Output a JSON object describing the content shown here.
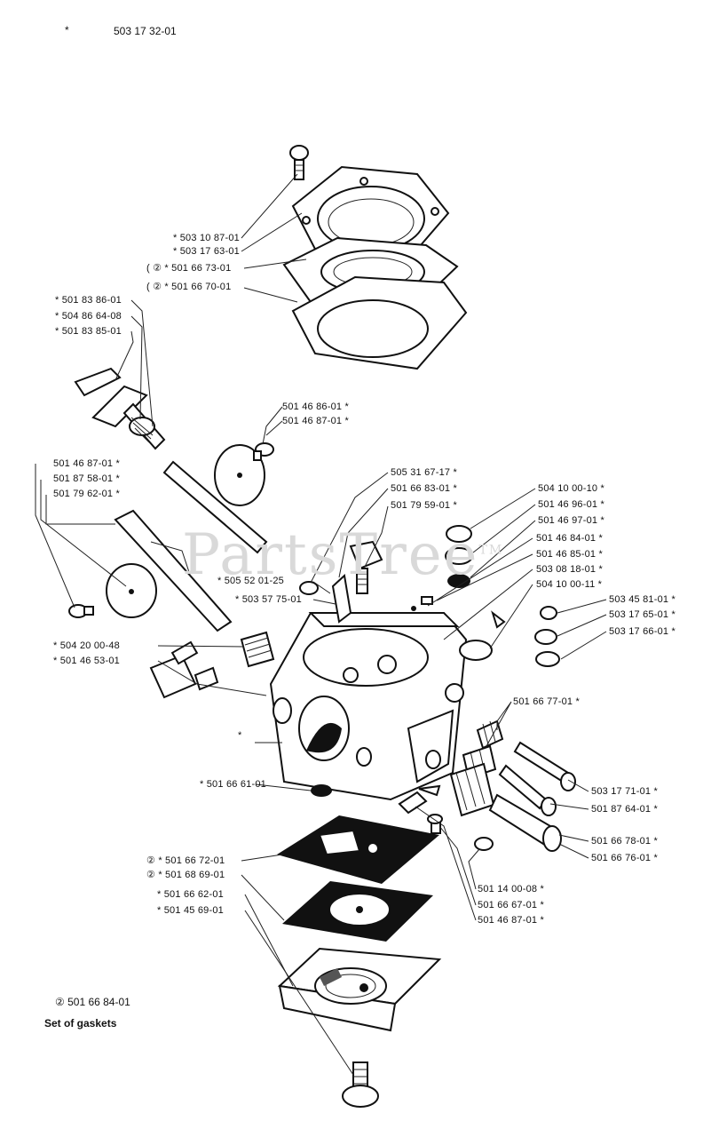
{
  "header": {
    "star": "*",
    "part": "503 17 32-01"
  },
  "watermark": {
    "text": "PartsTree",
    "mark": "TM"
  },
  "labels": [
    {
      "id": "l01",
      "text": "* 503 10 87-01"
    },
    {
      "id": "l02",
      "text": "* 503 17 63-01"
    },
    {
      "id": "l03",
      "text": "( ② * 501 66 73-01"
    },
    {
      "id": "l04",
      "text": "( ② * 501 66 70-01"
    },
    {
      "id": "l05",
      "text": "* 501 83 86-01"
    },
    {
      "id": "l06",
      "text": "* 504 86 64-08"
    },
    {
      "id": "l07",
      "text": "* 501 83 85-01"
    },
    {
      "id": "l08",
      "text": "501 46 86-01 *"
    },
    {
      "id": "l09",
      "text": "501 46 87-01 *"
    },
    {
      "id": "l10",
      "text": "501 46 87-01 *"
    },
    {
      "id": "l11",
      "text": "501 87 58-01 *"
    },
    {
      "id": "l12",
      "text": "501 79 62-01 *"
    },
    {
      "id": "l13",
      "text": "505 31 67-17 *"
    },
    {
      "id": "l14",
      "text": "501 66 83-01 *"
    },
    {
      "id": "l15",
      "text": "501 79 59-01 *"
    },
    {
      "id": "l16",
      "text": "504 10 00-10 *"
    },
    {
      "id": "l17",
      "text": "501 46 96-01 *"
    },
    {
      "id": "l18",
      "text": "501 46 97-01 *"
    },
    {
      "id": "l19",
      "text": "501 46 84-01 *"
    },
    {
      "id": "l20",
      "text": "501 46 85-01 *"
    },
    {
      "id": "l21",
      "text": "503 08 18-01 *"
    },
    {
      "id": "l22",
      "text": "504 10 00-11 *"
    },
    {
      "id": "l23",
      "text": "* 505 52 01-25"
    },
    {
      "id": "l24",
      "text": "* 503 57 75-01"
    },
    {
      "id": "l25",
      "text": "503 45 81-01 *"
    },
    {
      "id": "l26",
      "text": "503 17 65-01 *"
    },
    {
      "id": "l27",
      "text": "503 17 66-01 *"
    },
    {
      "id": "l28",
      "text": "* 504 20 00-48"
    },
    {
      "id": "l29",
      "text": "* 501 46 53-01"
    },
    {
      "id": "l30",
      "text": "501 66 77-01 *"
    },
    {
      "id": "l31",
      "text": "*"
    },
    {
      "id": "l32",
      "text": "503 17 71-01 *"
    },
    {
      "id": "l33",
      "text": "* 501 66 61-01"
    },
    {
      "id": "l34",
      "text": "501 87 64-01 *"
    },
    {
      "id": "l35",
      "text": "501 66 78-01 *"
    },
    {
      "id": "l36",
      "text": "501 66 76-01 *"
    },
    {
      "id": "l37",
      "text": "② * 501 66 72-01"
    },
    {
      "id": "l38",
      "text": "② * 501 68 69-01"
    },
    {
      "id": "l39",
      "text": "501 14 00-08 *"
    },
    {
      "id": "l40",
      "text": "* 501 66 62-01"
    },
    {
      "id": "l41",
      "text": "* 501 45 69-01"
    },
    {
      "id": "l42",
      "text": "501 66 67-01 *"
    },
    {
      "id": "l43",
      "text": "501 46 87-01 *"
    }
  ],
  "footnote": {
    "set_part": "② 501 66 84-01",
    "set_label": "Set of gaskets"
  }
}
